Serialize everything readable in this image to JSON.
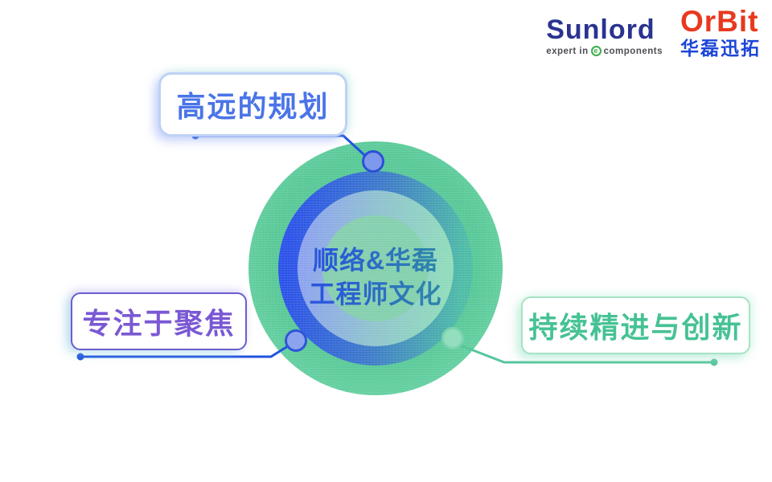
{
  "colors": {
    "brand-navy": "#2A3390",
    "brand-red": "#E8391F",
    "brand-blue": "#1C45D8",
    "tagline-gray": "#4D4D55",
    "e-green": "#3DAE49",
    "accent-blue": "#2054DE",
    "ring-blue": "#2B52E8",
    "ring-teal": "#4EBCA6",
    "ring2-periwinkle": "#8CA2EF",
    "ring2-mint": "#8FDCBA",
    "disc-green": "#82D1AC",
    "outer-green": "#5BCA9A",
    "line-green": "#57C59D",
    "label-blue": "#4A74E8",
    "label-purple": "#7A58D4",
    "label-green": "#46C294",
    "box-blue-border": "#BFD2F6",
    "box-purple-border": "#6C5CCE",
    "box-green-border": "#A6E3C5"
  },
  "header": {
    "sunlord": {
      "name": "Sunlord",
      "tagline_left": "expert in",
      "tagline_e": "e",
      "tagline_right": "components"
    },
    "orbit": {
      "name": "OrBit",
      "subtitle": "华磊迅拓"
    }
  },
  "diagram": {
    "center": {
      "line1": "顺络&华磊",
      "line2": "工程师文化"
    },
    "labels": {
      "top": "高远的规划",
      "left": "专注于聚焦",
      "right": "持续精进与创新"
    }
  }
}
